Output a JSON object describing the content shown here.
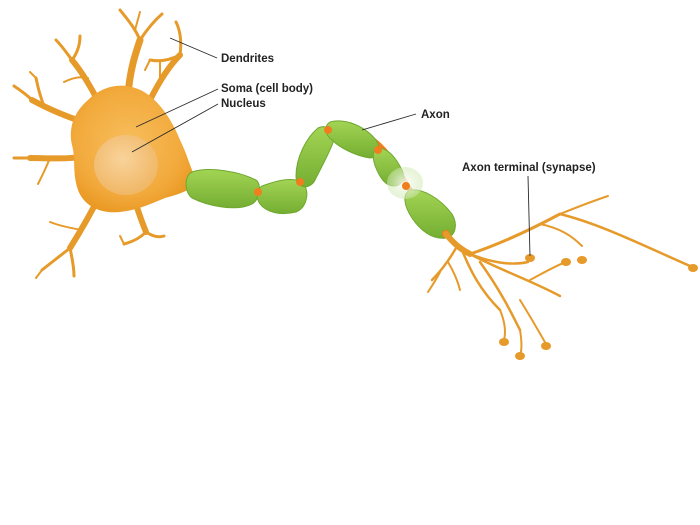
{
  "labels": {
    "dendrites": "Dendrites",
    "soma": "Soma (cell body)",
    "nucleus": "Nucleus",
    "axon": "Axon",
    "axon_terminal": "Axon terminal (synapse)"
  },
  "colors": {
    "neuron_orange": "#F2A93B",
    "neuron_orange_dark": "#D98C1E",
    "nucleus": "#F6C37A",
    "myelin_green": "#8DC63F",
    "myelin_green_dark": "#6FA82E",
    "node_orange": "#F07E1E",
    "label_text": "#222222"
  }
}
